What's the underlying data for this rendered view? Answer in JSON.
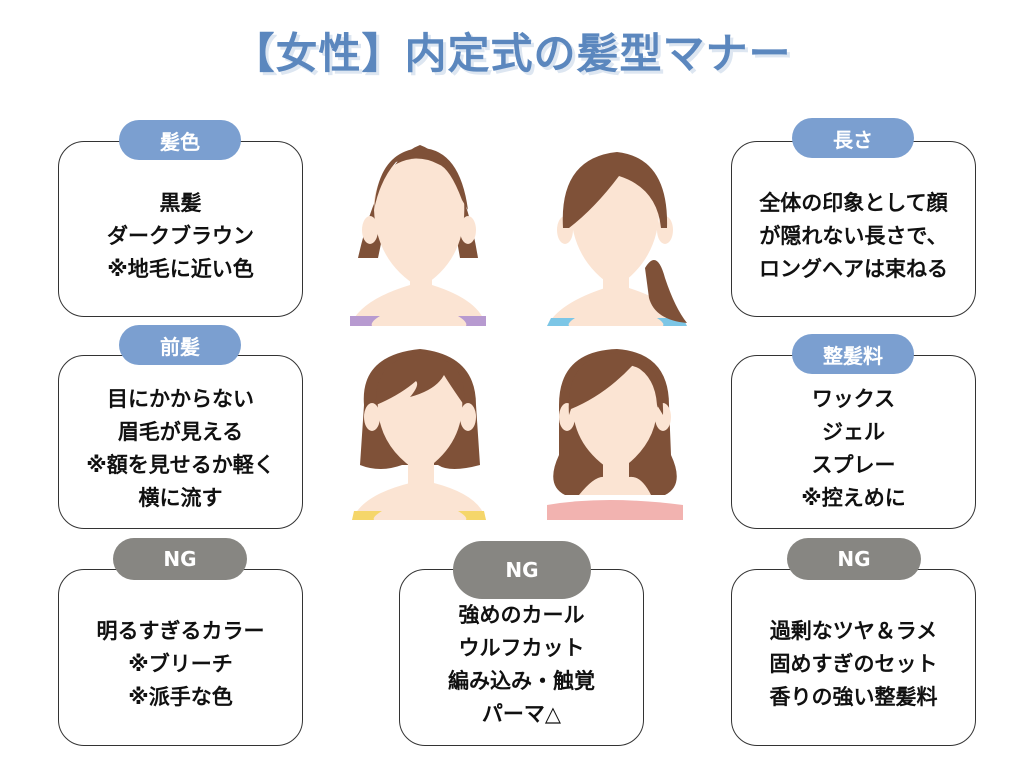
{
  "title": "【女性】内定式の髪型マナー",
  "colors": {
    "title": "#5b87be",
    "pill_blue": "#7b9fd0",
    "pill_gray": "#878682",
    "hair": "#7f5138",
    "skin": "#fbe4d3"
  },
  "cards": {
    "color": {
      "label": "髪色",
      "lines": [
        "黒髪",
        "ダークブラウン",
        "※地毛に近い色"
      ]
    },
    "bangs": {
      "label": "前髪",
      "lines": [
        "目にかからない",
        "眉毛が見える",
        "※額を見せるか軽く",
        "横に流す"
      ]
    },
    "ng_left": {
      "label": "NG",
      "lines": [
        "明るすぎるカラー",
        "※ブリーチ",
        "※派手な色"
      ]
    },
    "ng_center": {
      "label": "NG",
      "lines": [
        "強めのカール",
        "ウルフカット",
        "編み込み・触覚",
        "パーマ△"
      ]
    },
    "length": {
      "label": "長さ",
      "lines": [
        "全体の印象として顔",
        "が隠れない長さで、",
        "ロングヘアは束ねる"
      ]
    },
    "styling": {
      "label": "整髪料",
      "lines": [
        "ワックス",
        "ジェル",
        "スプレー",
        "※控えめに"
      ]
    },
    "ng_right": {
      "label": "NG",
      "lines": [
        "過剰なツヤ＆ラメ",
        "固めすぎのセット",
        "香りの強い整髪料"
      ]
    }
  },
  "faces": [
    {
      "shirt": "#b79ad0"
    },
    {
      "shirt": "#7cc6e6"
    },
    {
      "shirt": "#f5d66a"
    },
    {
      "shirt": "#f2b3b0"
    }
  ]
}
